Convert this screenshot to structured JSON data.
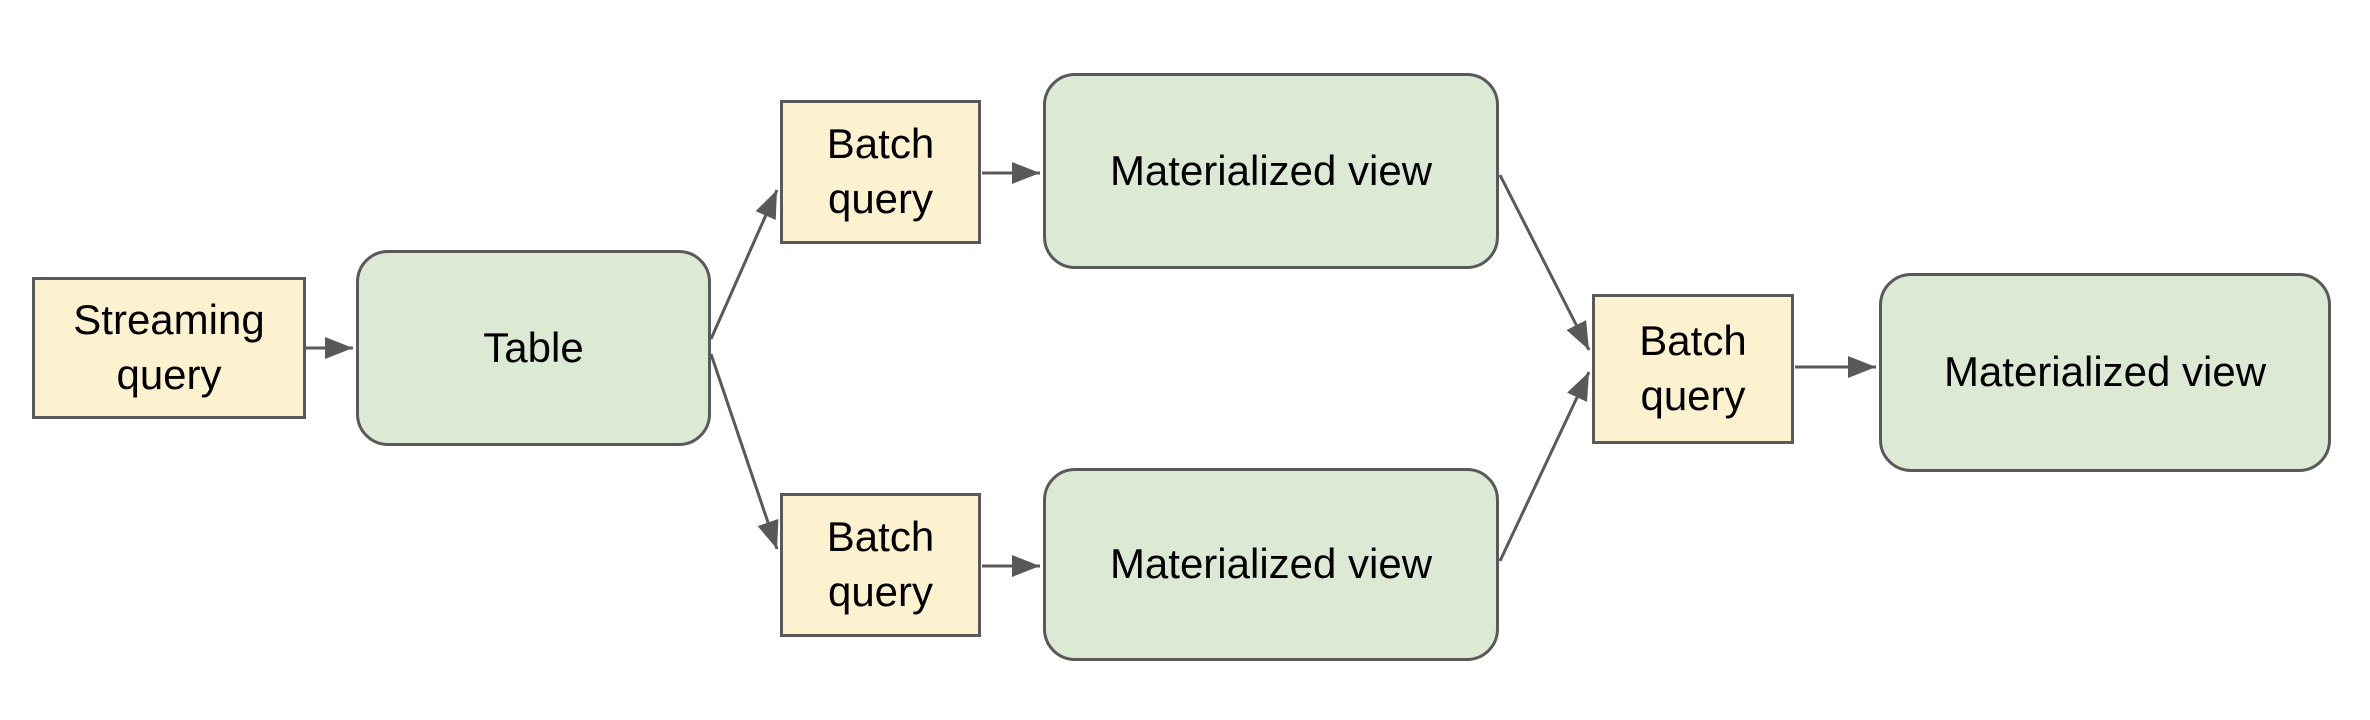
{
  "diagram": {
    "colors": {
      "query_node_fill": "#fdf2d0",
      "entity_node_fill": "#dce9d5",
      "node_border": "#595959",
      "arrow": "#595959",
      "text": "#000000",
      "background": "#ffffff"
    },
    "nodes": [
      {
        "id": "streaming-query",
        "label": "Streaming query",
        "kind": "query",
        "shape": "rectangle"
      },
      {
        "id": "table",
        "label": "Table",
        "kind": "entity",
        "shape": "rounded-rectangle"
      },
      {
        "id": "batch-query-top",
        "label": "Batch query",
        "kind": "query",
        "shape": "rectangle"
      },
      {
        "id": "materialized-view-top",
        "label": "Materialized view",
        "kind": "entity",
        "shape": "rounded-rectangle"
      },
      {
        "id": "batch-query-bottom",
        "label": "Batch query",
        "kind": "query",
        "shape": "rectangle"
      },
      {
        "id": "materialized-view-bottom",
        "label": "Materialized view",
        "kind": "entity",
        "shape": "rounded-rectangle"
      },
      {
        "id": "batch-query-right",
        "label": "Batch query",
        "kind": "query",
        "shape": "rectangle"
      },
      {
        "id": "materialized-view-final",
        "label": "Materialized view",
        "kind": "entity",
        "shape": "rounded-rectangle"
      }
    ],
    "edges": [
      {
        "from": "streaming-query",
        "to": "table"
      },
      {
        "from": "table",
        "to": "batch-query-top"
      },
      {
        "from": "table",
        "to": "batch-query-bottom"
      },
      {
        "from": "batch-query-top",
        "to": "materialized-view-top"
      },
      {
        "from": "batch-query-bottom",
        "to": "materialized-view-bottom"
      },
      {
        "from": "materialized-view-top",
        "to": "batch-query-right"
      },
      {
        "from": "materialized-view-bottom",
        "to": "batch-query-right"
      },
      {
        "from": "batch-query-right",
        "to": "materialized-view-final"
      }
    ]
  }
}
